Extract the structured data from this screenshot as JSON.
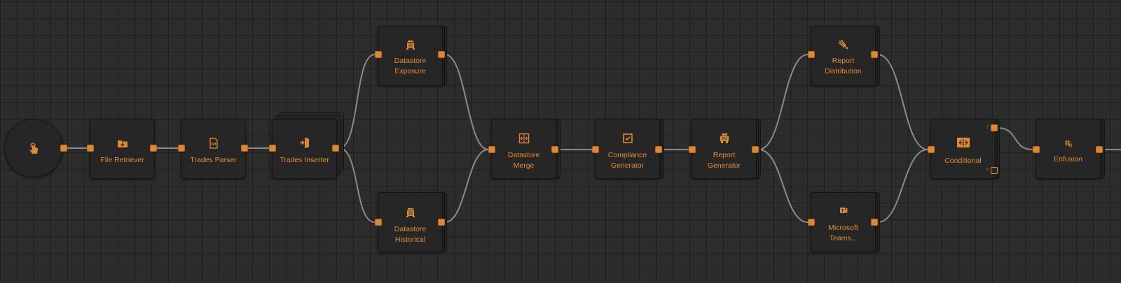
{
  "canvas": {
    "accent_color": "#e0892c",
    "edge_color": "#8a8a8a",
    "background_color": "#2c2c2c"
  },
  "nodes": [
    {
      "id": "trigger",
      "label": "",
      "icon": "hand-pointer-icon",
      "shape": "circle"
    },
    {
      "id": "file-retriever",
      "label": "File Retriever",
      "icon": "folder-download-icon"
    },
    {
      "id": "trades-parser",
      "label": "Trades Parser",
      "icon": "code-file-icon"
    },
    {
      "id": "trades-inserter",
      "label": "Trades Inserter",
      "icon": "door-enter-icon",
      "stacked": true
    },
    {
      "id": "datastore-exposure",
      "label": "Datastore\nExposure",
      "icon": "datastore-icon",
      "stacked": true
    },
    {
      "id": "datastore-historical",
      "label": "Datastore\nHistorical",
      "icon": "datastore-icon",
      "stacked": true
    },
    {
      "id": "datastore-merge",
      "label": "Datastore\nMerge",
      "icon": "merge-icon",
      "stacked": true
    },
    {
      "id": "compliance-generator",
      "label": "Compliance\nGenerator",
      "icon": "checkbox-icon",
      "stacked": true
    },
    {
      "id": "report-generator",
      "label": "Report\nGenerator",
      "icon": "report-machine-icon",
      "stacked": true
    },
    {
      "id": "report-distribution",
      "label": "Report\nDistribution",
      "icon": "arrows-spread-icon",
      "stacked": true
    },
    {
      "id": "microsoft-teams",
      "label": "Microsoft\nTeams...",
      "icon": "teams-icon",
      "stacked": true
    },
    {
      "id": "conditional",
      "label": "Conditional",
      "icon": "split-arrows-icon",
      "stacked": true,
      "port_labels": [
        "T",
        "F"
      ]
    },
    {
      "id": "enfusion",
      "label": "Enfusion",
      "icon": "enfusion-icon",
      "stacked": true
    }
  ],
  "edges": [
    [
      "trigger",
      "file-retriever"
    ],
    [
      "file-retriever",
      "trades-parser"
    ],
    [
      "trades-parser",
      "trades-inserter"
    ],
    [
      "trades-inserter",
      "datastore-exposure"
    ],
    [
      "trades-inserter",
      "datastore-historical"
    ],
    [
      "datastore-exposure",
      "datastore-merge"
    ],
    [
      "datastore-historical",
      "datastore-merge"
    ],
    [
      "datastore-merge",
      "compliance-generator"
    ],
    [
      "compliance-generator",
      "report-generator"
    ],
    [
      "report-generator",
      "report-distribution"
    ],
    [
      "report-generator",
      "microsoft-teams"
    ],
    [
      "report-distribution",
      "conditional"
    ],
    [
      "microsoft-teams",
      "conditional"
    ],
    [
      "conditional:T",
      "enfusion"
    ],
    [
      "enfusion",
      "offscreen"
    ]
  ]
}
